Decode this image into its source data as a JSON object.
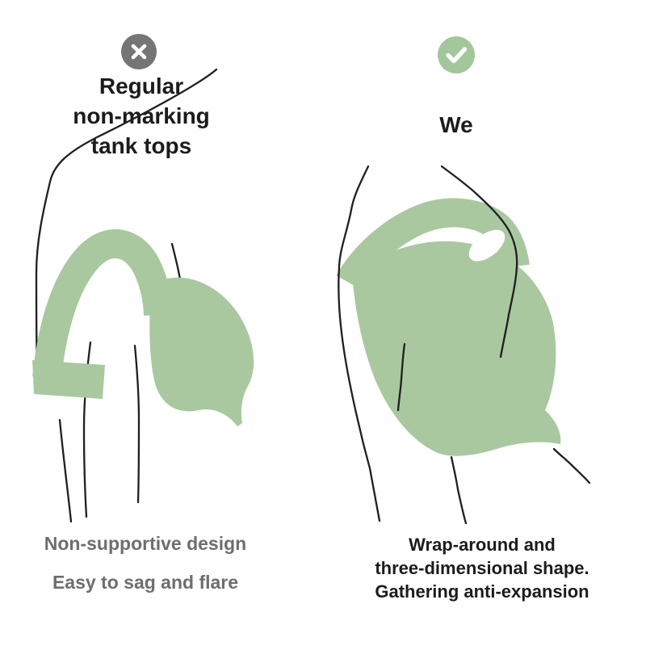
{
  "colors": {
    "sage": "#a9c8a0",
    "check_circle": "#a3c69a",
    "x_circle": "#757575",
    "line": "#1f1f1f",
    "title_text": "#1c1c1c",
    "muted_text": "#6e6e6e"
  },
  "left": {
    "icon": "x-mark",
    "title_lines": [
      "Regular",
      "non-marking",
      "tank tops"
    ],
    "captions": [
      "Non-supportive design",
      "Easy to sag and flare"
    ]
  },
  "right": {
    "icon": "check-mark",
    "title": "We",
    "caption_lines": [
      "Wrap-around and",
      "three-dimensional shape.",
      "Gathering anti-expansion"
    ]
  }
}
